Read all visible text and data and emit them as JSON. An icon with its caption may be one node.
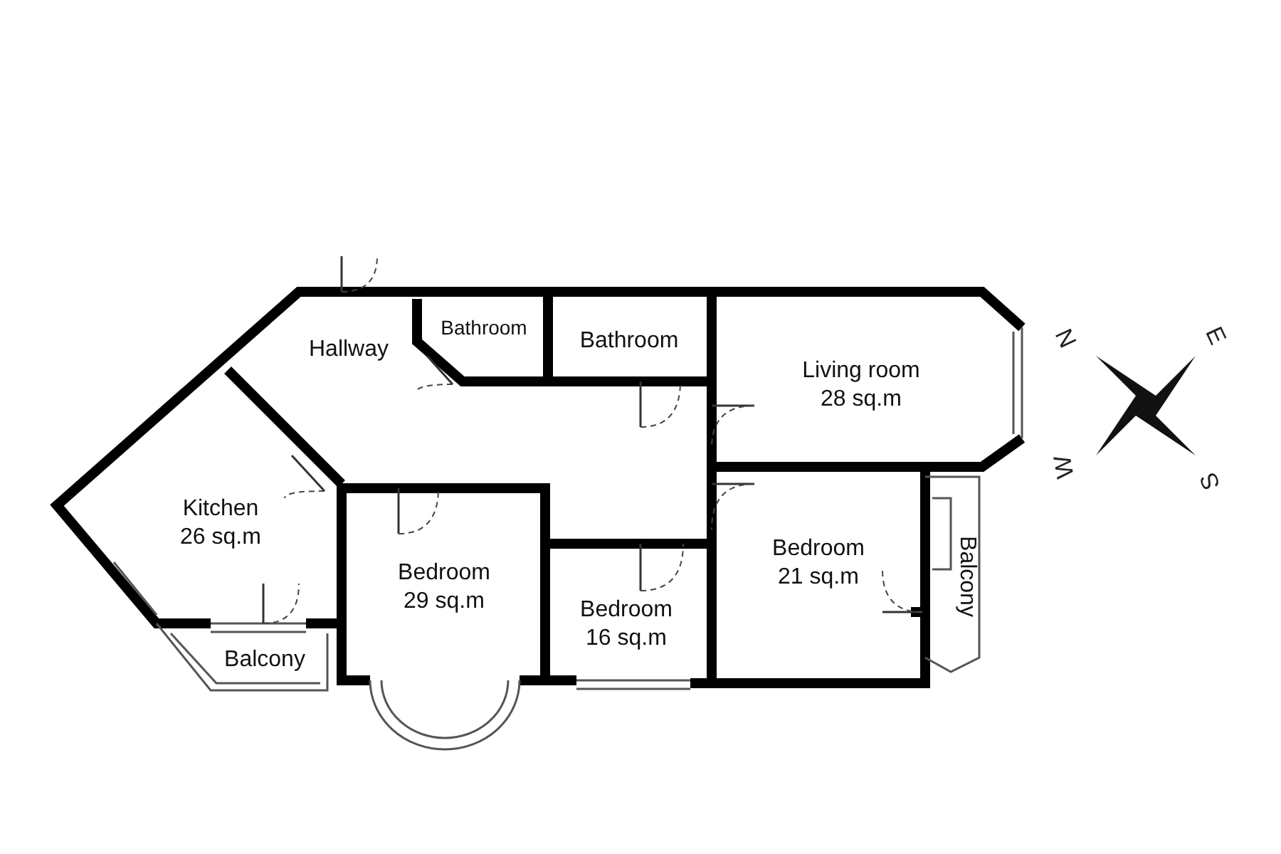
{
  "diagram": {
    "nodes": [
      {
        "text": [
          "Hallway"
        ]
      },
      {
        "text": [
          "Bathroom"
        ]
      },
      {
        "text": [
          "Bathroom"
        ]
      },
      {
        "text": [
          "Living room",
          "28 sq.m"
        ]
      },
      {
        "text": [
          "Kitchen",
          "26 sq.m"
        ]
      },
      {
        "text": [
          "Bedroom",
          "29 sq.m"
        ]
      },
      {
        "text": [
          "Bedroom",
          "16 sq.m"
        ]
      },
      {
        "text": [
          "Bedroom",
          "21 sq.m"
        ]
      },
      {
        "text": [
          "Balcony"
        ]
      },
      {
        "text": [
          "Balcony"
        ]
      }
    ],
    "labels": [
      "N",
      "E",
      "W",
      "S"
    ]
  }
}
